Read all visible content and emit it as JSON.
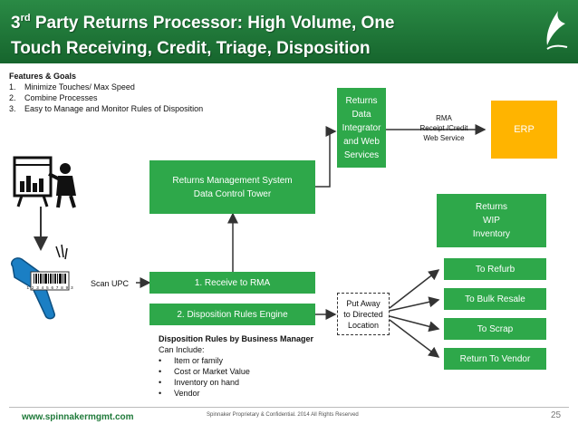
{
  "slide": {
    "title_superscript_base": "3",
    "title_superscript": "rd",
    "title_line1_rest": " Party Returns Processor: High Volume, One",
    "title_line2": "Touch Receiving, Credit, Triage, Disposition"
  },
  "features": {
    "heading": "Features & Goals",
    "items": [
      {
        "num": "1.",
        "text": "Minimize Touches/ Max Speed"
      },
      {
        "num": "2.",
        "text": "Combine Processes"
      },
      {
        "num": "3.",
        "text": "Easy to Manage and Monitor Rules of Disposition"
      }
    ]
  },
  "boxes": {
    "integrator": [
      "Returns",
      "Data",
      "Integrator",
      "and Web",
      "Services"
    ],
    "rma_label": [
      "RMA",
      "Receipt /Credit",
      "Web Service"
    ],
    "erp": "ERP",
    "rms": [
      "Returns Management System",
      "Data Control Tower"
    ],
    "wip": [
      "Returns",
      "WIP",
      "Inventory"
    ],
    "receive": "1. Receive to RMA",
    "disposition": "2. Disposition Rules Engine",
    "scan_upc": "Scan UPC",
    "putaway": [
      "Put Away",
      "to Directed",
      "Location"
    ],
    "refurb": "To Refurb",
    "bulk": "To Bulk Resale",
    "scrap": "To Scrap",
    "vendor": "Return To Vendor"
  },
  "rules": {
    "heading": "Disposition Rules by Business Manager",
    "subheading": "Can Include:",
    "items": [
      "Item or family",
      "Cost or Market Value",
      "Inventory on hand",
      "Vendor"
    ]
  },
  "barcode_digits": "1 2 3 4 5 6 7 8 9 3",
  "footer": {
    "url": "www.spinnakermgmt.com",
    "confidential": "Spinnaker Proprietary & Confidential. 2014 All Rights Reserved",
    "page": "25"
  },
  "colors": {
    "header_green": "#1f7a3a",
    "box_green": "#2ea84a",
    "erp_orange": "#ffb400"
  }
}
